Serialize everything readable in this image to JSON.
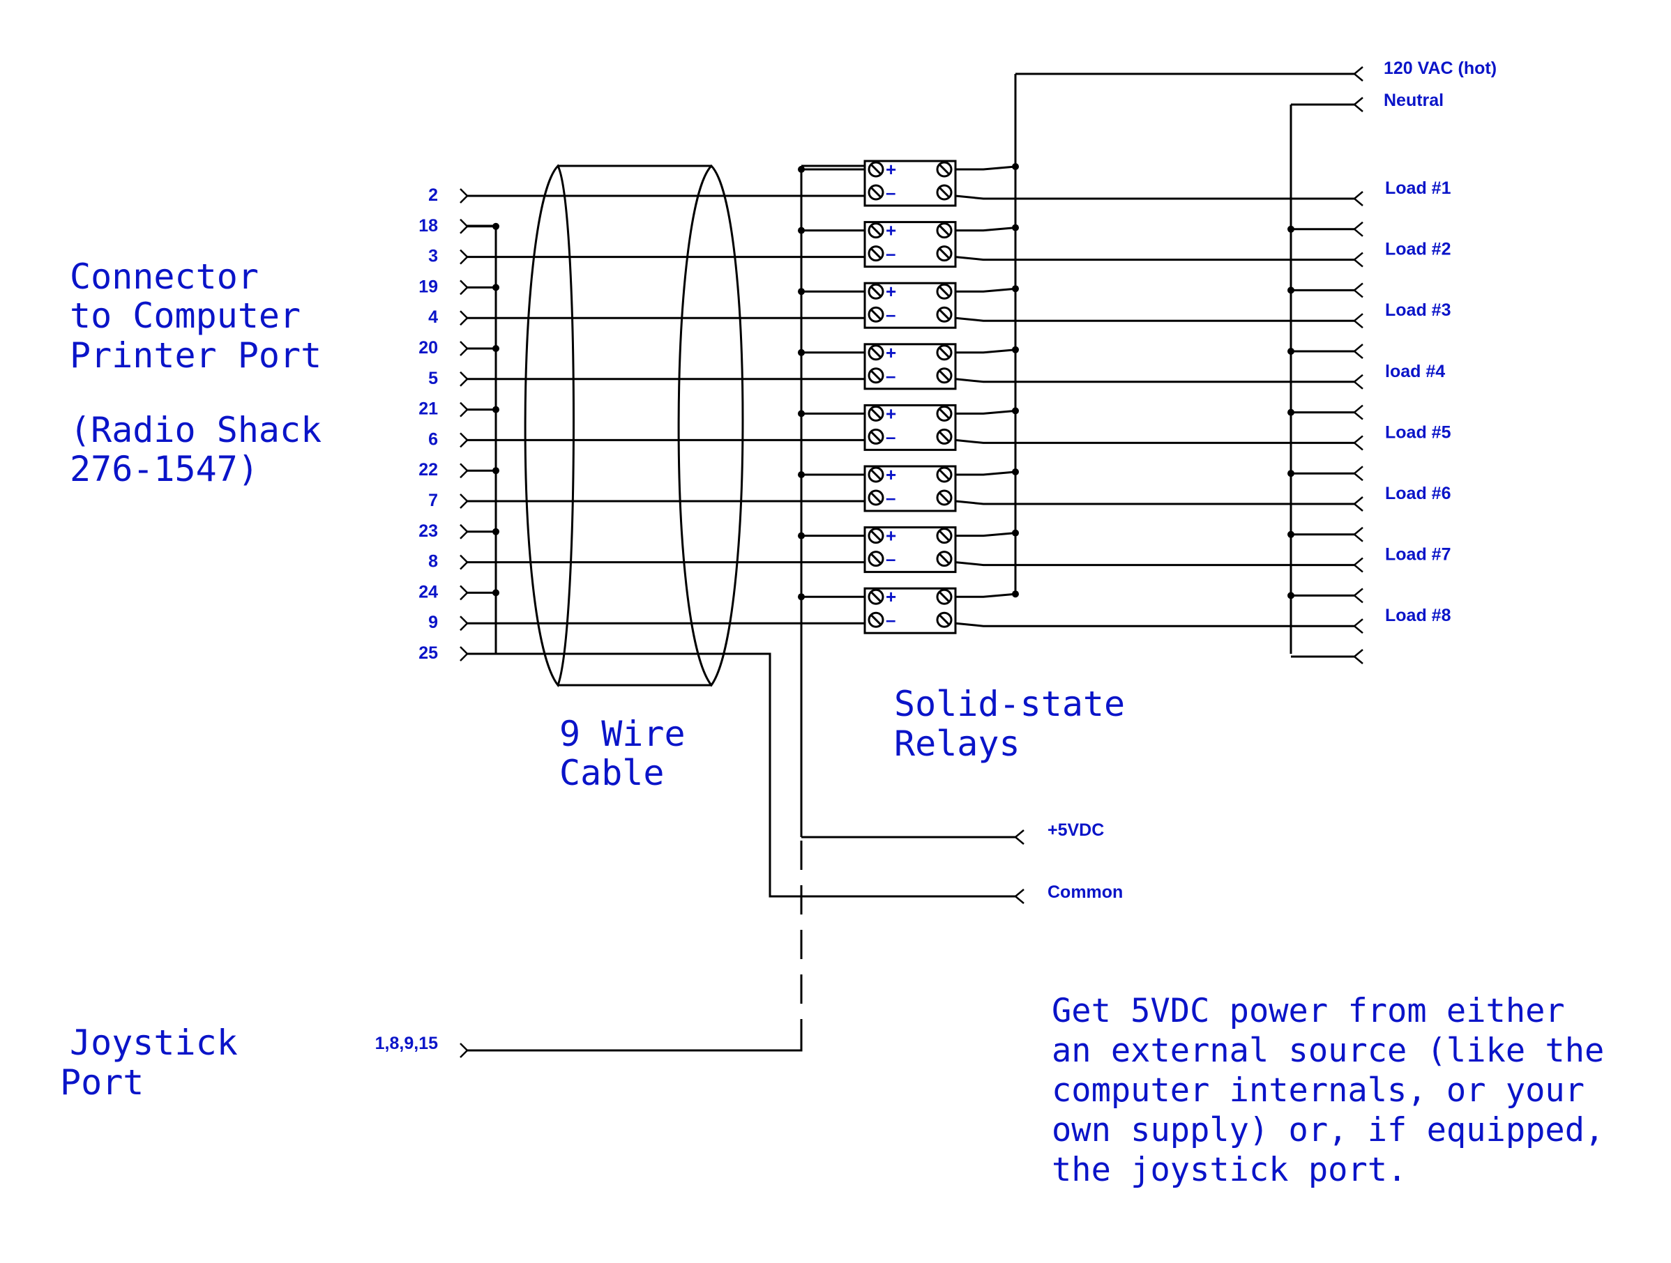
{
  "connector": {
    "title_lines": [
      "Connector",
      "to Computer",
      "Printer Port"
    ],
    "part_lines": [
      "(Radio Shack",
      "276-1547)"
    ],
    "pins": [
      "2",
      "18",
      "3",
      "19",
      "4",
      "20",
      "5",
      "21",
      "6",
      "22",
      "7",
      "23",
      "8",
      "24",
      "9",
      "25"
    ]
  },
  "cable": {
    "label_lines": [
      "9 Wire",
      "Cable"
    ]
  },
  "relays": {
    "label_lines": [
      "Solid-state",
      "Relays"
    ],
    "plus_symbol": "+",
    "minus_symbol": "–"
  },
  "ac": {
    "hot": "120 VAC (hot)",
    "neutral": "Neutral"
  },
  "loads": [
    "Load #1",
    "Load #2",
    "Load #3",
    "load #4",
    "Load #5",
    "Load #6",
    "Load #7",
    "Load #8"
  ],
  "power": {
    "vdc": "+5VDC",
    "common": "Common"
  },
  "joystick": {
    "label_lines": [
      "Joystick",
      "Port"
    ],
    "pins": "1,8,9,15"
  },
  "note_lines": [
    "Get 5VDC power from either",
    "an external source (like the",
    "computer internals, or your",
    "own supply) or, if equipped,",
    "the joystick port."
  ],
  "colors": {
    "text": "#0a14c8",
    "wire": "#000000",
    "background": "#ffffff"
  }
}
